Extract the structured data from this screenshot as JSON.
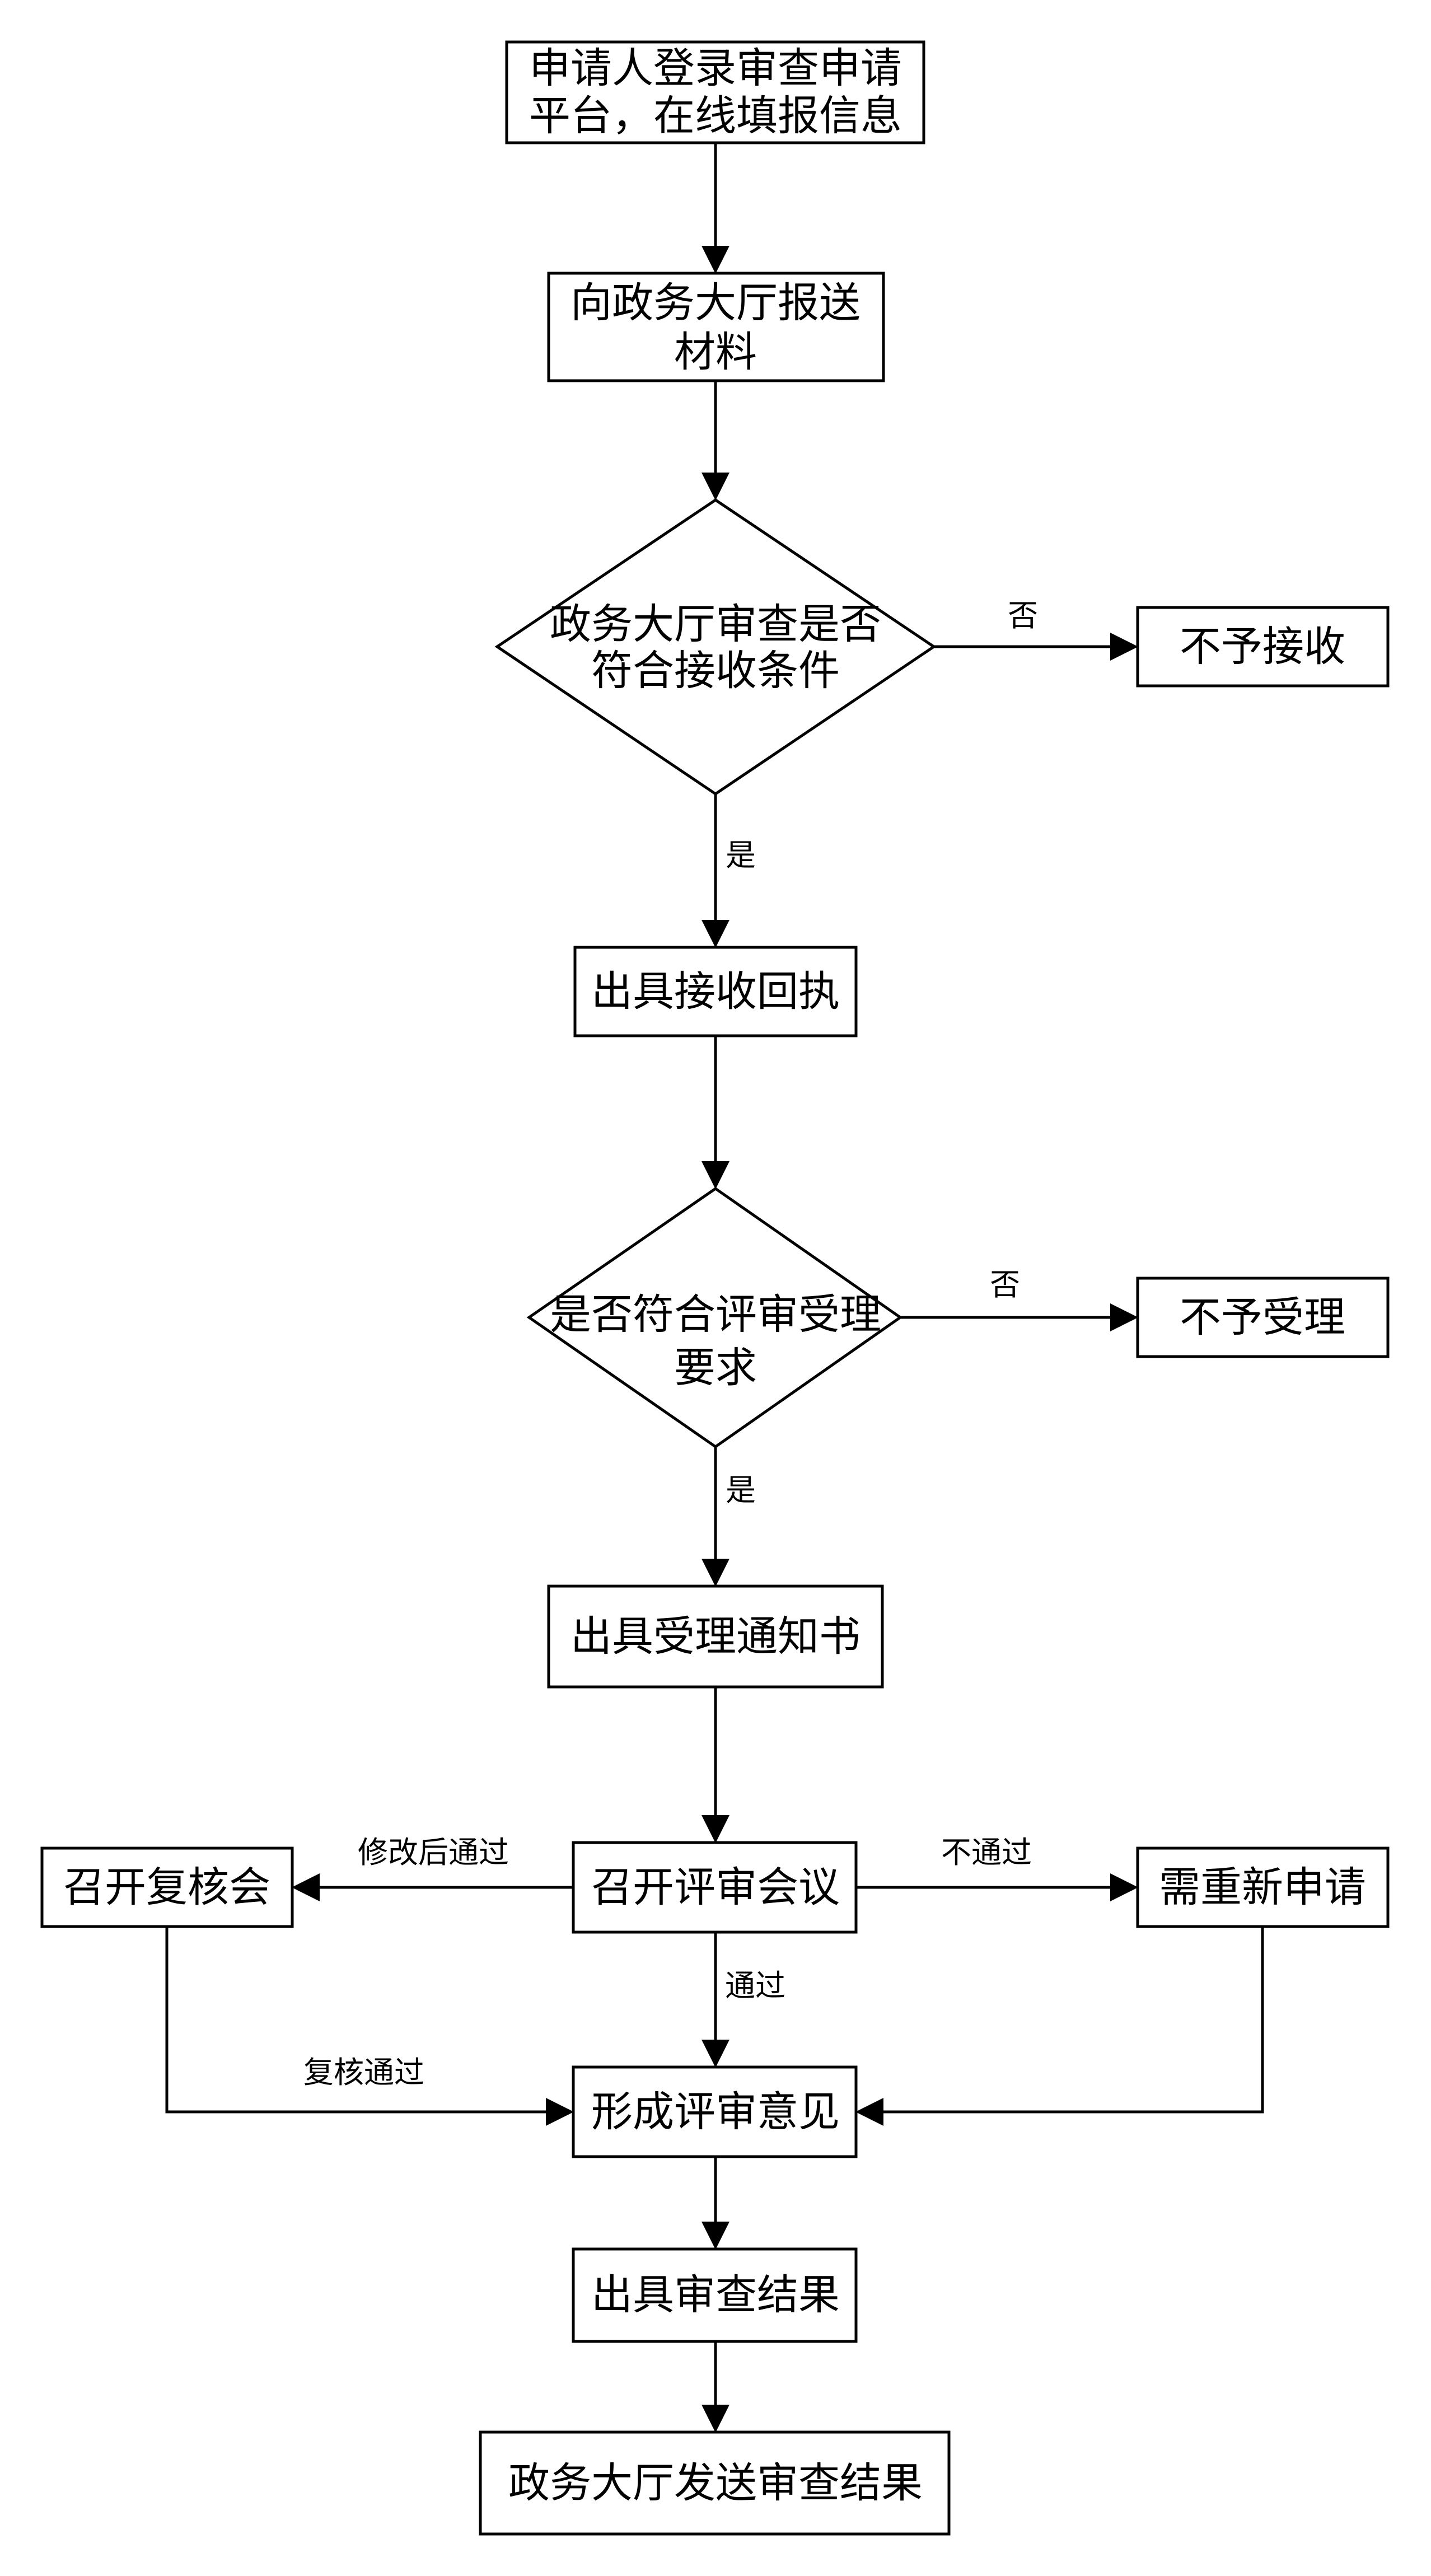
{
  "nodes": {
    "start": [
      "申请人登录审查申请",
      "平台，在线填报信息"
    ],
    "submit": [
      "向政务大厅报送",
      "材料"
    ],
    "check_receive": [
      "政务大厅审查是否",
      "符合接收条件"
    ],
    "reject_receive": [
      "不予接收"
    ],
    "issue_receipt": [
      "出具接收回执"
    ],
    "check_accept": [
      "是否符合评审受理",
      "要求"
    ],
    "reject_accept": [
      "不予受理"
    ],
    "issue_notice": [
      "出具受理通知书"
    ],
    "review_meeting": [
      "召开评审会议"
    ],
    "recheck_meeting": [
      "召开复核会"
    ],
    "reapply": [
      "需重新申请"
    ],
    "opinion": [
      "形成评审意见"
    ],
    "result": [
      "出具审查结果"
    ],
    "send_result": [
      "政务大厅发送审查结果"
    ]
  },
  "edges": {
    "no1": "否",
    "yes1": "是",
    "no2": "否",
    "yes2": "是",
    "modified_pass": "修改后通过",
    "not_pass": "不通过",
    "pass": "通过",
    "recheck_pass": "复核通过"
  },
  "colors": {
    "stroke": "#000000",
    "text": "#000000",
    "background": "#ffffff"
  }
}
